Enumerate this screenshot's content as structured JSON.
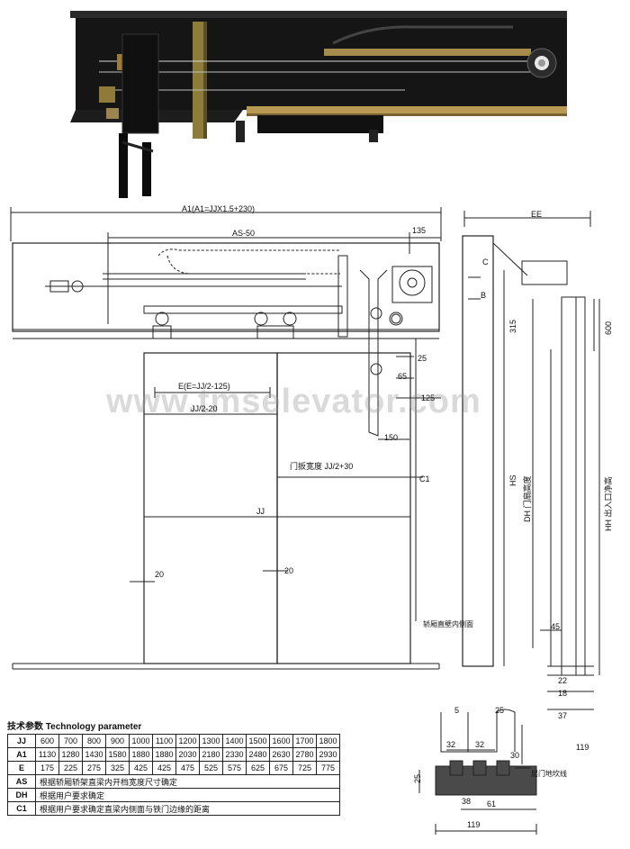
{
  "watermark": "www.tmselevator.com",
  "top_labels": {
    "a1": "A1(A1=JJX1.5+230)",
    "as": "AS-50",
    "d135": "135",
    "e": "E(E=JJ/2-125)",
    "jj2": "JJ/2-20",
    "d25": "25",
    "d65": "65",
    "d125": "125",
    "d150": "150",
    "panel": "门扳宽度 JJ/2+30",
    "c1": "C1",
    "jj": "JJ",
    "d20a": "20",
    "d20b": "20"
  },
  "side_labels": {
    "ee": "EE",
    "c": "C",
    "b": "B",
    "d315": "315",
    "d600": "600",
    "hs": "HS",
    "dh": "DH 门扇高度",
    "hh": "HH 出入口净高",
    "d45": "45",
    "d22": "22",
    "d18": "18",
    "d37": "37",
    "d119": "119",
    "wall_note": "轿厢直壁内侧面"
  },
  "sill_labels": {
    "d5": "5",
    "d25": "25",
    "d32a": "32",
    "d32b": "32",
    "d30": "30",
    "sill_note": "层门地坎线",
    "d25v": "25",
    "d38": "38",
    "d61": "61",
    "d119": "119"
  },
  "param_title": "技术参数  Technology parameter",
  "params": {
    "rows": [
      {
        "h": "JJ",
        "vals": [
          "600",
          "700",
          "800",
          "900",
          "1000",
          "1100",
          "1200",
          "1300",
          "1400",
          "1500",
          "1600",
          "1700",
          "1800"
        ]
      },
      {
        "h": "A1",
        "vals": [
          "1130",
          "1280",
          "1430",
          "1580",
          "1880",
          "1880",
          "2030",
          "2180",
          "2330",
          "2480",
          "2630",
          "2780",
          "2930"
        ]
      },
      {
        "h": "E",
        "vals": [
          "175",
          "225",
          "275",
          "325",
          "425",
          "425",
          "475",
          "525",
          "575",
          "625",
          "675",
          "725",
          "775"
        ]
      }
    ],
    "desc_rows": [
      {
        "h": "AS",
        "text": "根据轿厢轿架直梁内开档宽度尺寸确定"
      },
      {
        "h": "DH",
        "text": "根据用户要求确定"
      },
      {
        "h": "C1",
        "text": "根据用户要求确定直梁内侧面与铁门边缘的距离"
      }
    ]
  }
}
